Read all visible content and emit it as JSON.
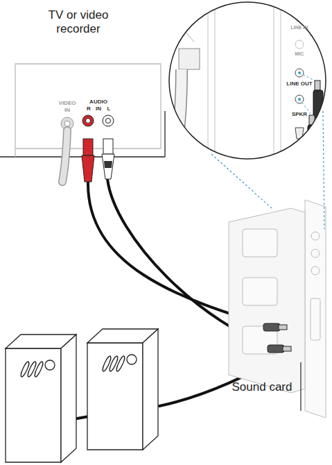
{
  "diagram": {
    "labels": [
      "TV or video recorder",
      "VIDEO IN",
      "AUDIO IN",
      "R",
      "L",
      "LINE IN",
      "MIC",
      "LINE OUT",
      "SPKR",
      "Sound card"
    ]
  }
}
